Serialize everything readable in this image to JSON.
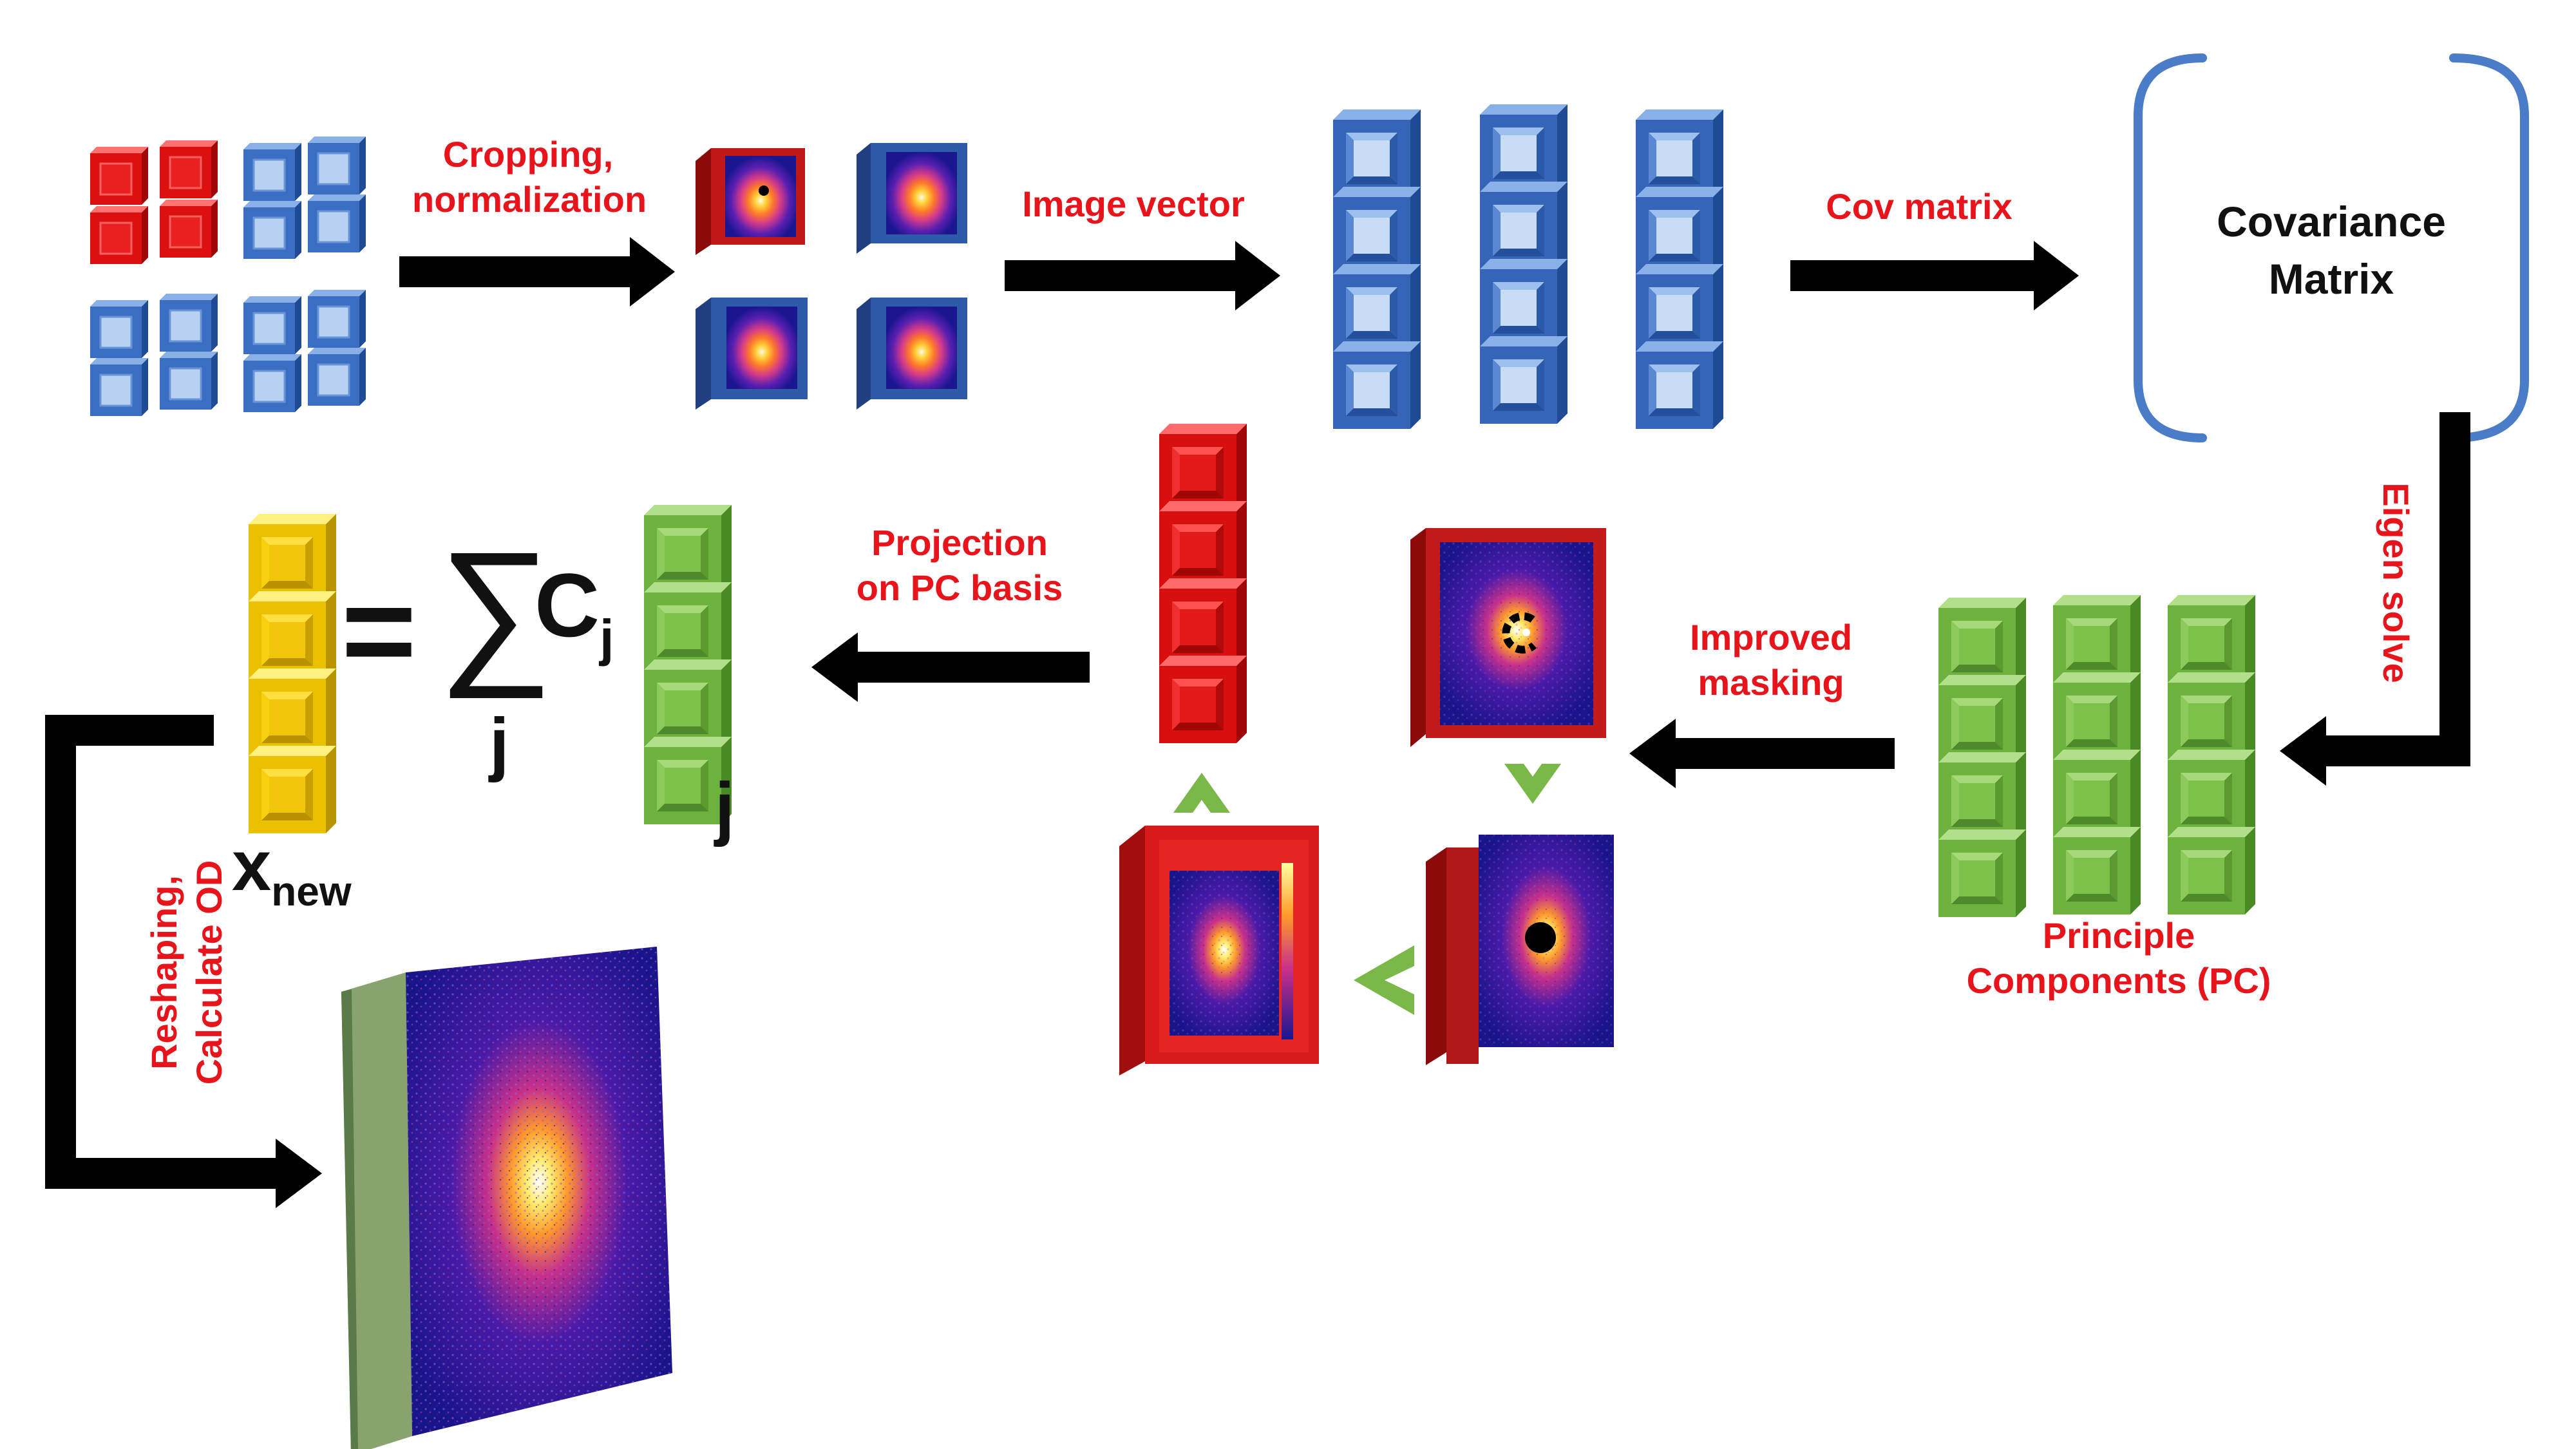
{
  "steps": {
    "cropping": "Cropping,",
    "normalization": "normalization",
    "image_vector": "Image vector",
    "cov_matrix": "Cov matrix",
    "eigen_solve": "Eigen solve",
    "improved": "Improved",
    "masking": "masking",
    "projection": "Projection",
    "on_pc_basis": "on PC basis",
    "reshaping": "Reshaping,",
    "calculate_od": "Calculate OD"
  },
  "covariance": {
    "line1": "Covariance",
    "line2": "Matrix"
  },
  "pc": {
    "line1": "Principle",
    "line2": "Components (PC)"
  },
  "equation": {
    "equals": "=",
    "sigma": "∑",
    "coef": "C",
    "coef_sub": "j",
    "sum_index": "j",
    "vec_sub": "j",
    "x": "x",
    "x_sub": "new"
  },
  "colors": {
    "red_cube": "#e01010",
    "blue_cube": "#3d74c8",
    "green_cube": "#7cc24a",
    "yellow_cube": "#f0c80a",
    "dark_red_frame": "#b01818",
    "label_red": "#e8141b",
    "bracket_blue": "#4a7cc7",
    "arrow": "#000000",
    "chevron_green": "#7ab84a",
    "plot_bg": "#1a1690"
  }
}
